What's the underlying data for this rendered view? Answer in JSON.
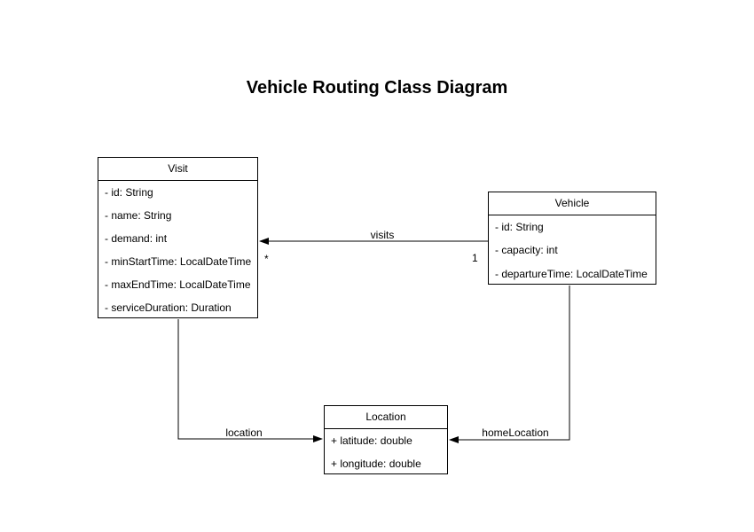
{
  "title": "Vehicle Routing Class Diagram",
  "classes": [
    {
      "name": "Visit",
      "attributes": [
        "- id: String",
        "- name: String",
        "- demand: int",
        "- minStartTime: LocalDateTime",
        "- maxEndTime: LocalDateTime",
        "- serviceDuration: Duration"
      ]
    },
    {
      "name": "Vehicle",
      "attributes": [
        "- id: String",
        "- capacity: int",
        "- departureTime: LocalDateTime"
      ]
    },
    {
      "name": "Location",
      "attributes": [
        "+ latitude: double",
        "+ longitude: double"
      ]
    }
  ],
  "relationships": [
    {
      "label": "visits",
      "from": "Vehicle",
      "to": "Visit",
      "source_multiplicity": "1",
      "target_multiplicity": "*"
    },
    {
      "label": "location",
      "from": "Visit",
      "to": "Location"
    },
    {
      "label": "homeLocation",
      "from": "Vehicle",
      "to": "Location"
    }
  ],
  "colors": {
    "background": "#ffffff",
    "line": "#000000",
    "box_fill": "#ffffff",
    "box_border": "#000000",
    "text": "#000000"
  }
}
